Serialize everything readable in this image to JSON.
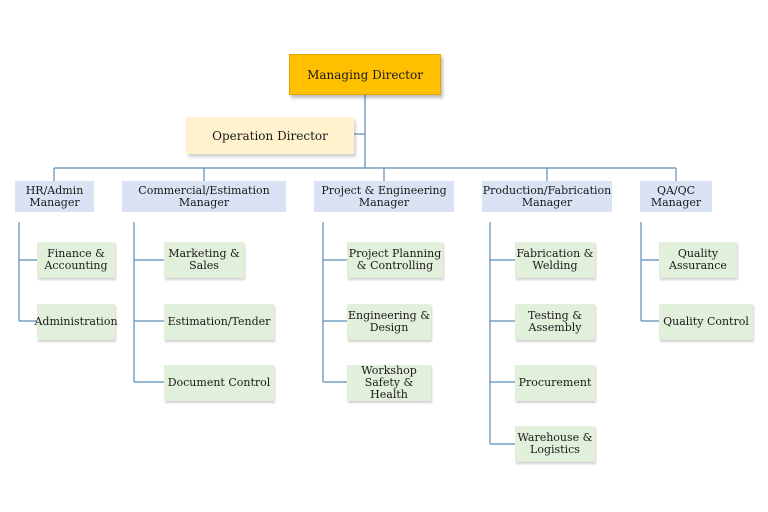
{
  "org_chart": {
    "top": {
      "managing_director": "Managing Director",
      "operation_director": "Operation Director"
    },
    "departments": [
      {
        "manager": "HR/Admin\nManager",
        "units": [
          "Finance &\nAccounting",
          "Administration"
        ]
      },
      {
        "manager": "Commercial/Estimation\nManager",
        "units": [
          "Marketing &\nSales",
          "Estimation/Tender",
          "Document Control"
        ]
      },
      {
        "manager": "Project & Engineering\nManager",
        "units": [
          "Project Planning\n& Controlling",
          "Engineering &\nDesign",
          "Workshop\nSafety & Health"
        ]
      },
      {
        "manager": "Production/Fabrication\nManager",
        "units": [
          "Fabrication &\nWelding",
          "Testing &\nAssembly",
          "Procurement",
          "Warehouse &\nLogistics"
        ]
      },
      {
        "manager": "QA/QC\nManager",
        "units": [
          "Quality\nAssurance",
          "Quality Control"
        ]
      }
    ],
    "colors": {
      "managing_director": "#ffc000",
      "operation_director": "#fff2cc",
      "manager": "#dae3f3",
      "unit": "#e2efda",
      "connector": "#5b8db8"
    }
  }
}
